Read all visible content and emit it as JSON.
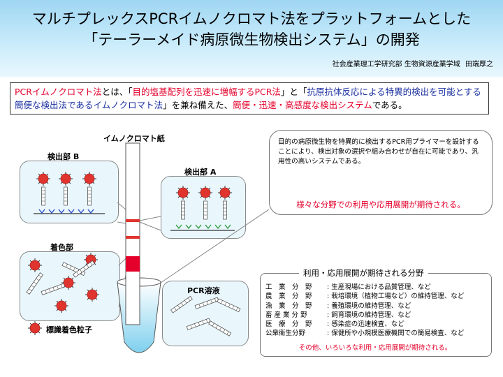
{
  "header": {
    "title_line1": "マルチプレックスPCRイムノクロマト法をプラットフォームとした",
    "title_line2": "「テーラーメイド病原微生物検出システム」の開発",
    "affiliation": "社会産業理工学研究部 生物資源産業学域",
    "author": "田端厚之"
  },
  "summary": {
    "p1": "PCRイムノクロマト法",
    "p2": "とは、「",
    "p3": "目的塩基配列を迅速に増幅するPCR法",
    "p4": "」と「",
    "p5": "抗原抗体反応による特異的検出を可能とする簡便な検出法であるイムノクロマト法",
    "p6": "」を兼ね備えた、",
    "p7": "簡便・迅速・高感度な検出システム",
    "p8": "である。"
  },
  "diagram": {
    "strip_label": "イムノクロマト紙",
    "detect_b": "検出部 B",
    "detect_a": "検出部 A",
    "colored": "着色部",
    "pcr_solution": "PCR溶液",
    "particle_label": "標識着色粒子"
  },
  "info": {
    "description": "目的の病原微生物を特異的に検出するPCR用プライマーを設計することにより、検出対象の選択や組み合わせが自在に可能であり、汎用性の高いシステムである。",
    "expectation": "様々な分野での利用や応用展開が期待される。"
  },
  "applications": {
    "title": "利用・応用展開が期待される分野",
    "rows": [
      {
        "field": "工　業　分　野",
        "desc": ": 生産現場における品質管理、など"
      },
      {
        "field": "農　業　分　野",
        "desc": ": 栽培環境（植物工場など）の維持管理、など"
      },
      {
        "field": "漁　業　分　野",
        "desc": ": 養殖環境の維持管理、など"
      },
      {
        "field": "畜 産 業 分 野",
        "desc": ": 飼育環境の維持管理、など"
      },
      {
        "field": "医　療　分　野",
        "desc": ": 感染症の迅速検査、など"
      },
      {
        "field": "公衆衛生分野",
        "desc": ": 保健所や小規模医療機関での簡易検査、など"
      }
    ],
    "footer": "その他、いろいろな利用・応用展開が期待される。"
  },
  "colors": {
    "accent_red": "#e4002b",
    "accent_blue": "#1a2fa0",
    "header_gradient": "#9fd6f2",
    "bubble_fill": "#e9f7fd",
    "particle": "#e0342f"
  }
}
